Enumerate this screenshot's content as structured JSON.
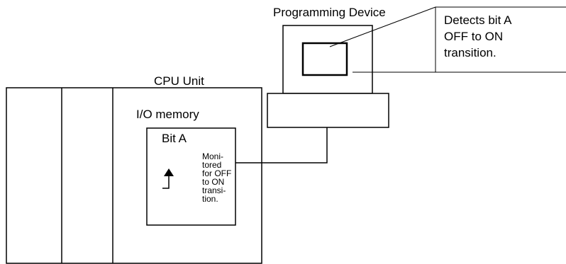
{
  "diagram": {
    "programming_device": {
      "label": "Programming Device"
    },
    "callout": {
      "lines": [
        "Detects bit A",
        "OFF to ON",
        "transition."
      ]
    },
    "cpu_unit": {
      "label": "CPU Unit",
      "io_memory_label": "I/O memory",
      "bit_label": "Bit A",
      "note_lines": [
        "Moni-",
        "tored",
        "for OFF",
        "to ON",
        "transi-",
        "tion."
      ]
    }
  }
}
